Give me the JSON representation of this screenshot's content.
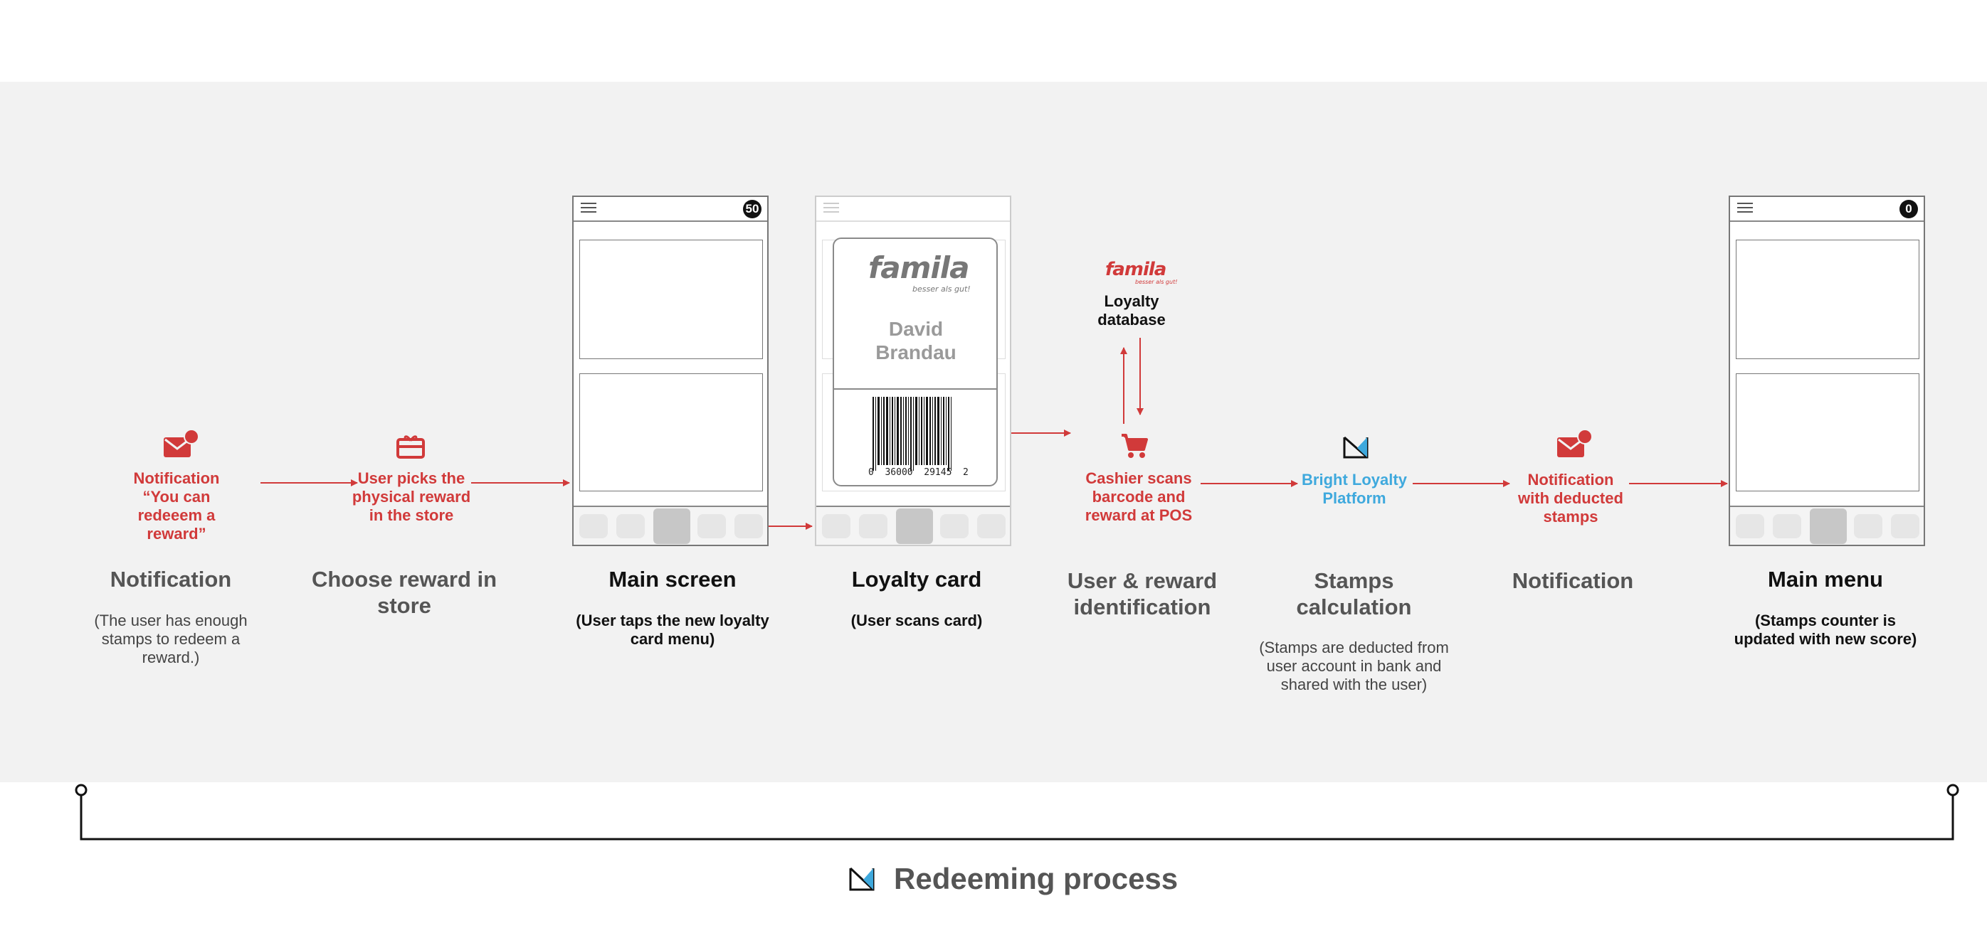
{
  "colors": {
    "red": "#d13a3a",
    "blue": "#3fa9dd",
    "band": "#f2f2f2",
    "dark": "#111111",
    "grey": "#555555"
  },
  "flow": {
    "notification_label": "Notification “You can redeeem a reward”",
    "pick_reward_label": "User picks the physical reward in the store",
    "loyalty_database_label": "Loyalty database",
    "cashier_label": "Cashier scans barcode and reward at POS",
    "platform_label": "Bright Loyalty Platform",
    "notification_deducted_label": "Notification with deducted stamps"
  },
  "icons": {
    "notification": "mail-notification-icon",
    "reward": "gift-card-icon",
    "cart": "shopping-cart-icon",
    "platform": "bright-loyalty-logo-icon"
  },
  "steps": [
    {
      "title": "Notification",
      "description": "(The user has enough stamps to redeem a reward.)"
    },
    {
      "title": "Choose reward in store",
      "description": ""
    },
    {
      "title": "Main screen",
      "description": "(User taps the new loyalty card menu)"
    },
    {
      "title": "Loyalty card",
      "description": "(User scans card)"
    },
    {
      "title": "User & reward identification",
      "description": ""
    },
    {
      "title": "Stamps calculation",
      "description": "(Stamps are deducted from user account in bank and shared with the user)"
    },
    {
      "title": "Notification",
      "description": ""
    },
    {
      "title": "Main menu",
      "description": "(Stamps counter is updated with new score)"
    }
  ],
  "phones": {
    "main_screen": {
      "counter": "50"
    },
    "main_menu": {
      "counter": "0"
    }
  },
  "loyalty_card": {
    "brand": "famila",
    "tagline": "besser als gut!",
    "holder_name": "David Brandau",
    "barcode_digits": "0  36000  29145  2"
  },
  "database_logo": {
    "brand": "famila",
    "tagline": "besser als gut!"
  },
  "footer": {
    "title": "Redeeming process"
  }
}
